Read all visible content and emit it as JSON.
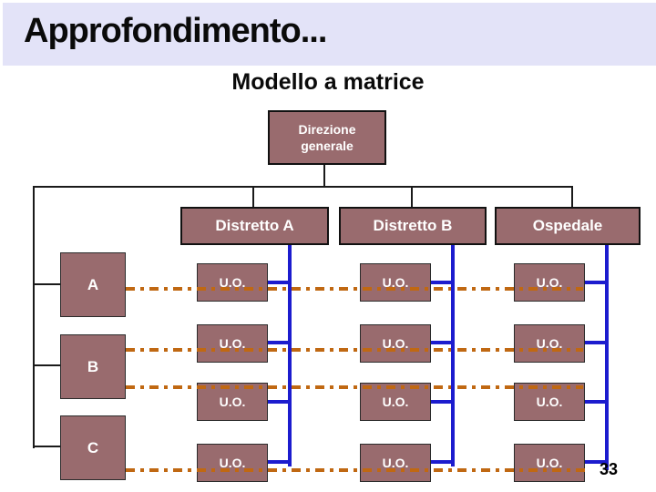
{
  "colors": {
    "band": "#E3E3F8",
    "rose": "#996B6E",
    "blue": "#1C1CCE",
    "orange": "#C06812",
    "line": "#1a1a1a"
  },
  "slide": {
    "title": "Approfondimento...",
    "subtitle": "Modello a matrice",
    "page_number": "33"
  },
  "org": {
    "root_label": "Direzione generale",
    "column_headers": [
      "Distretto A",
      "Distretto B",
      "Ospedale"
    ],
    "row_headers": [
      "A",
      "B",
      "C"
    ],
    "cell_label": "U.O."
  }
}
